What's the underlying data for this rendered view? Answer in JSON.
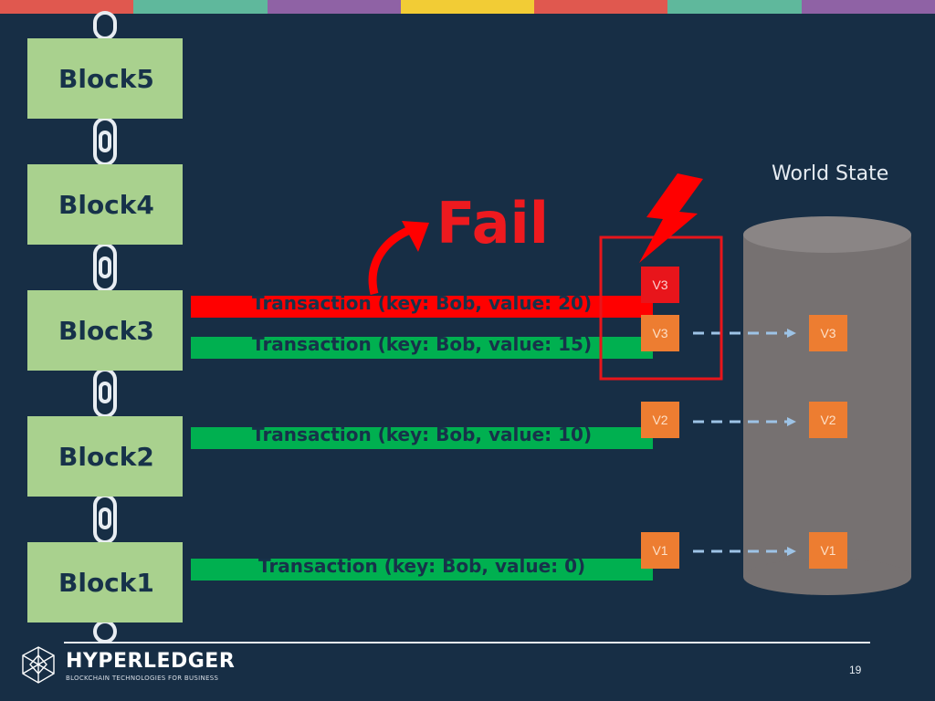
{
  "top_stripe_colors": [
    "#e0584f",
    "#5fb89c",
    "#8f62a5",
    "#f2cc35",
    "#e0584f",
    "#5fb89c",
    "#8f62a5"
  ],
  "blocks": [
    {
      "label": "Block5"
    },
    {
      "label": "Block4"
    },
    {
      "label": "Block3"
    },
    {
      "label": "Block2"
    },
    {
      "label": "Block1"
    }
  ],
  "transactions": [
    {
      "text": "Transaction (key: Bob, value: 20)",
      "status": "failed",
      "color": "#ff0000"
    },
    {
      "text": "Transaction (key: Bob, value: 15)",
      "status": "valid",
      "color": "#00b050"
    },
    {
      "text": "Transaction (key: Bob, value: 10)",
      "status": "valid",
      "color": "#00b050"
    },
    {
      "text": "Transaction (key: Bob, value: 0)",
      "status": "valid",
      "color": "#00b050"
    }
  ],
  "versions": {
    "failed": "V3",
    "ledger": [
      "V3",
      "V2",
      "V1"
    ],
    "world_state": [
      "V3",
      "V2",
      "V1"
    ]
  },
  "fail_label": "Fail",
  "world_state_title": "World State",
  "logo": {
    "name": "HYPERLEDGER",
    "tagline": "BLOCKCHAIN TECHNOLOGIES FOR BUSINESS",
    "icon": "hyperledger-logo-icon"
  },
  "page_number": "19",
  "colors": {
    "background": "#172e45",
    "block": "#a9d18e",
    "version_box": "#ed7d31",
    "cylinder": "#767171",
    "highlight": "#e8151b",
    "arrow": "#9dc3e6"
  }
}
